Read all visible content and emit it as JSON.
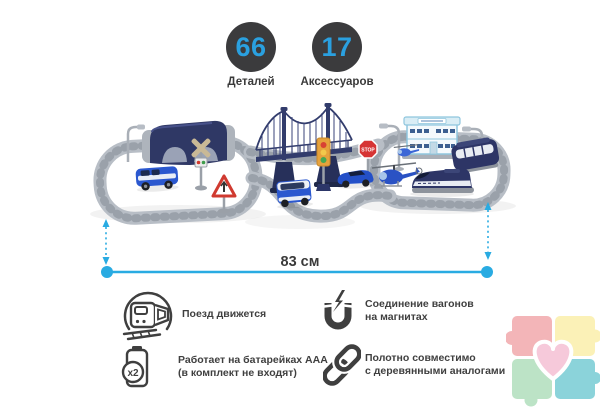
{
  "badges": [
    {
      "value": "66",
      "label": "Деталей"
    },
    {
      "value": "17",
      "label": "Аксессуаров"
    }
  ],
  "dimension": {
    "label": "83 см"
  },
  "scene": {
    "stop_sign_text": "STOP"
  },
  "features": [
    {
      "name": "train-moves",
      "text": "Поезд движется"
    },
    {
      "name": "magnet-coupling",
      "text": "Соединение вагонов\nна магнитах"
    },
    {
      "name": "aaa-batteries",
      "badge": "x2",
      "text": "Работает на батарейках AAA\n(в комплект не входят)"
    },
    {
      "name": "wooden-compatible",
      "text": "Полотно совместимо\nс деревянными аналогами"
    }
  ],
  "colors": {
    "accent_blue": "#29abe2",
    "badge_circle": "#3b3b3d",
    "badge_number_blue": "#2aa0e0",
    "text_dark": "#3f3f3f",
    "navy": "#2f3865",
    "track_gray": "#b8bec6",
    "vehicle_blue": "#2b58cf",
    "stop_red": "#d63434",
    "logo_pink": "#f3b5b8",
    "logo_yellow": "#fbf1b7",
    "logo_green": "#bce3c6",
    "logo_teal": "#8bd3da"
  }
}
